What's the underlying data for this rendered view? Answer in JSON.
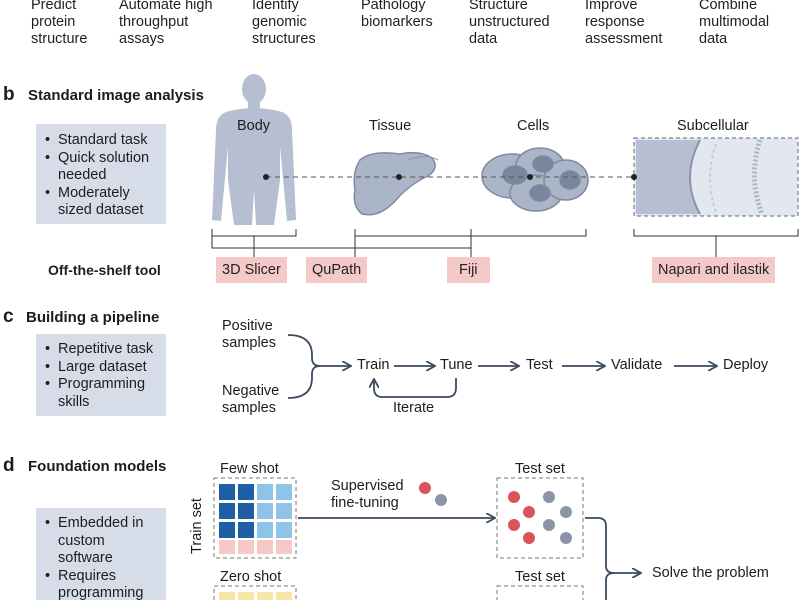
{
  "top_row": [
    {
      "lines": [
        "Predict",
        "protein",
        "structure"
      ]
    },
    {
      "lines": [
        "Automate high",
        "throughput",
        "assays"
      ]
    },
    {
      "lines": [
        "Identify",
        "genomic",
        "structures"
      ]
    },
    {
      "lines": [
        "Pathology",
        "biomarkers"
      ]
    },
    {
      "lines": [
        "Structure",
        "unstructured",
        "data"
      ]
    },
    {
      "lines": [
        "Improve",
        "response",
        "assessment"
      ]
    },
    {
      "lines": [
        "Combine",
        "multimodal",
        "data"
      ]
    }
  ],
  "section_b": {
    "letter": "b",
    "title": "Standard image analysis",
    "bullets": [
      "Standard task",
      "Quick solution needed",
      "Moderately sized dataset"
    ],
    "scales": {
      "body": "Body",
      "tissue": "Tissue",
      "cells": "Cells",
      "subcellular": "Subcellular"
    },
    "tool_row_label": "Off-the-shelf tool",
    "tools": {
      "slicer": "3D Slicer",
      "qupath": "QuPath",
      "fiji": "Fiji",
      "napari": "Napari and ilastik"
    }
  },
  "section_c": {
    "letter": "c",
    "title": "Building a pipeline",
    "bullets": [
      "Repetitive task",
      "Large dataset",
      "Programming skills"
    ],
    "positive": [
      "Positive",
      "samples"
    ],
    "negative": [
      "Negative",
      "samples"
    ],
    "steps": {
      "train": "Train",
      "tune": "Tune",
      "test": "Test",
      "validate": "Validate",
      "deploy": "Deploy"
    },
    "loop_label": "Iterate"
  },
  "section_d": {
    "letter": "d",
    "title": "Foundation models",
    "bullets": [
      "Embedded in custom software",
      "Requires programming"
    ],
    "few_shot": "Few shot",
    "zero_shot": "Zero shot",
    "train_set": "Train set",
    "supervised": [
      "Supervised",
      "fine-tuning"
    ],
    "test_set_1": "Test set",
    "test_set_2": "Test set",
    "solve": "Solve the problem"
  },
  "colors": {
    "info_box": "#d6dde8",
    "tool_box": "#f6c9c9",
    "arrow": "#3a4a5e",
    "silhouette": "#b5bfd1",
    "dark_blue": "#1f5fa6",
    "light_blue": "#8fc4e8",
    "pink": "#f6c9c9",
    "red_dot": "#d9545b",
    "grey_dot": "#8c95a8",
    "yellow": "#f7e7a6"
  }
}
